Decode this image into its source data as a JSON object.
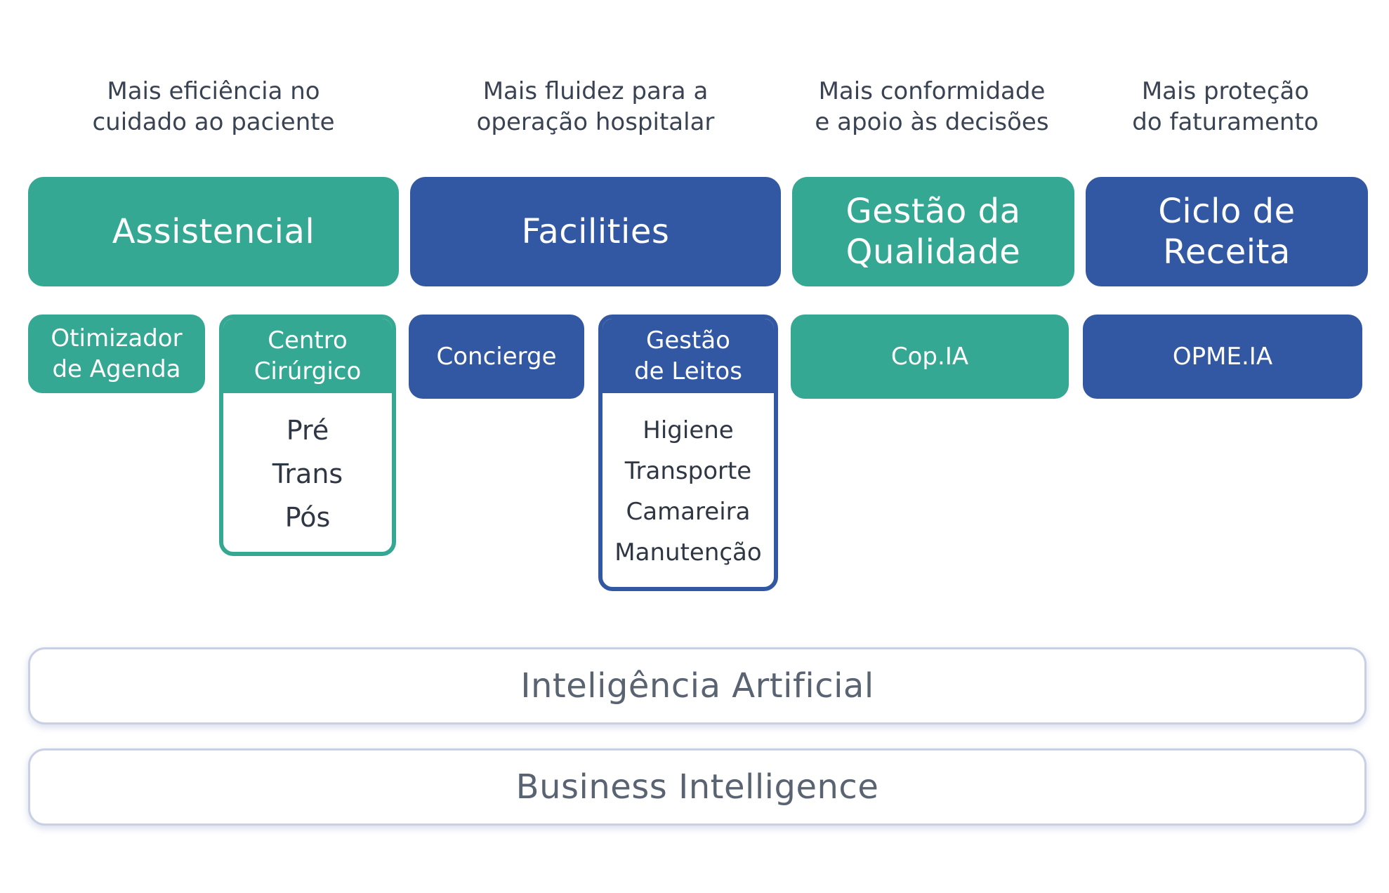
{
  "columns": [
    {
      "tagline": "Mais eficiência no\ncuidado ao paciente",
      "title": "Assistencial",
      "color": "#34a893"
    },
    {
      "tagline": "Mais fluidez para a\noperação hospitalar",
      "title": "Facilities",
      "color": "#3358a3"
    },
    {
      "tagline": "Mais conformidade\ne apoio às decisões",
      "title": "Gestão da\nQualidade",
      "color": "#34a893"
    },
    {
      "tagline": "Mais proteção\ndo faturamento",
      "title": "Ciclo de\nReceita",
      "color": "#3358a3"
    }
  ],
  "products": {
    "otimizador": "Otimizador\nde Agenda",
    "centro": {
      "title": "Centro\nCirúrgico",
      "items": [
        "Pré",
        "Trans",
        "Pós"
      ]
    },
    "concierge": "Concierge",
    "leitos": {
      "title": "Gestão\nde Leitos",
      "items": [
        "Higiene",
        "Transporte",
        "Camareira",
        "Manutenção"
      ]
    },
    "copia": "Cop.IA",
    "opme": "OPME.IA"
  },
  "layers": [
    "Inteligência Artificial",
    "Business Intelligence"
  ],
  "colors": {
    "teal": "#34a893",
    "blue": "#3358a3",
    "layer_border": "#c9d0e6"
  }
}
